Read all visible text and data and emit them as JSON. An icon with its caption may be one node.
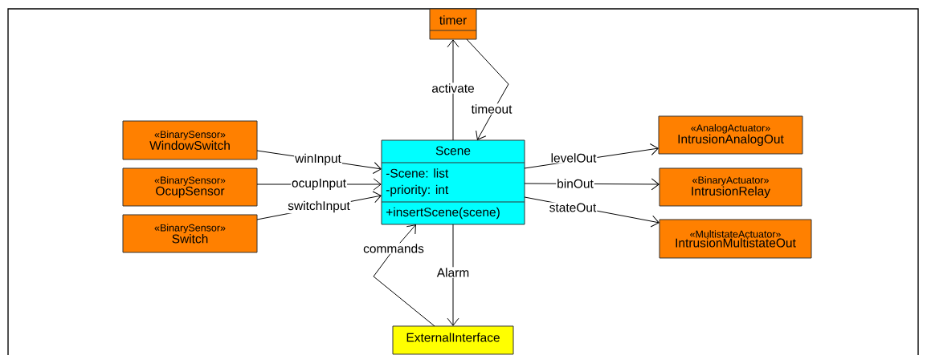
{
  "diagram": {
    "nodes": [
      {
        "text": [
          "timer"
        ]
      },
      {
        "text": [
          "«BinarySensor»",
          "WindowSwitch"
        ]
      },
      {
        "text": [
          "«BinarySensor»",
          "OcupSensor"
        ]
      },
      {
        "text": [
          "«BinarySensor»",
          "Switch"
        ]
      },
      {
        "text": [
          "Scene",
          "-Scene: list",
          "-priority: int",
          "+insertScene(scene)"
        ]
      },
      {
        "text": [
          "«AnalogActuator»",
          "IntrusionAnalogOut"
        ]
      },
      {
        "text": [
          "«BinaryActuator»",
          "IntrusionRelay"
        ]
      },
      {
        "text": [
          "«MultistateActuator»",
          "IntrusionMultistateOut"
        ]
      },
      {
        "text": [
          "ExternalInterface"
        ]
      }
    ],
    "edges": [
      {
        "from": 4,
        "to": 0,
        "arrow": "to",
        "label": "activate"
      },
      {
        "from": 0,
        "to": 4,
        "arrow": "to",
        "label": "timeout"
      },
      {
        "from": 1,
        "to": 4,
        "arrow": "to",
        "label": "winInput"
      },
      {
        "from": 2,
        "to": 4,
        "arrow": "to",
        "label": "ocupInput"
      },
      {
        "from": 3,
        "to": 4,
        "arrow": "to",
        "label": "switchInput"
      },
      {
        "from": 4,
        "to": 5,
        "arrow": "to",
        "label": "levelOut"
      },
      {
        "from": 4,
        "to": 6,
        "arrow": "to",
        "label": "binOut"
      },
      {
        "from": 4,
        "to": 7,
        "arrow": "to",
        "label": "stateOut"
      },
      {
        "from": 8,
        "to": 4,
        "arrow": "to",
        "label": "commands"
      },
      {
        "from": 4,
        "to": 8,
        "arrow": "to",
        "label": "Alarm"
      }
    ]
  }
}
